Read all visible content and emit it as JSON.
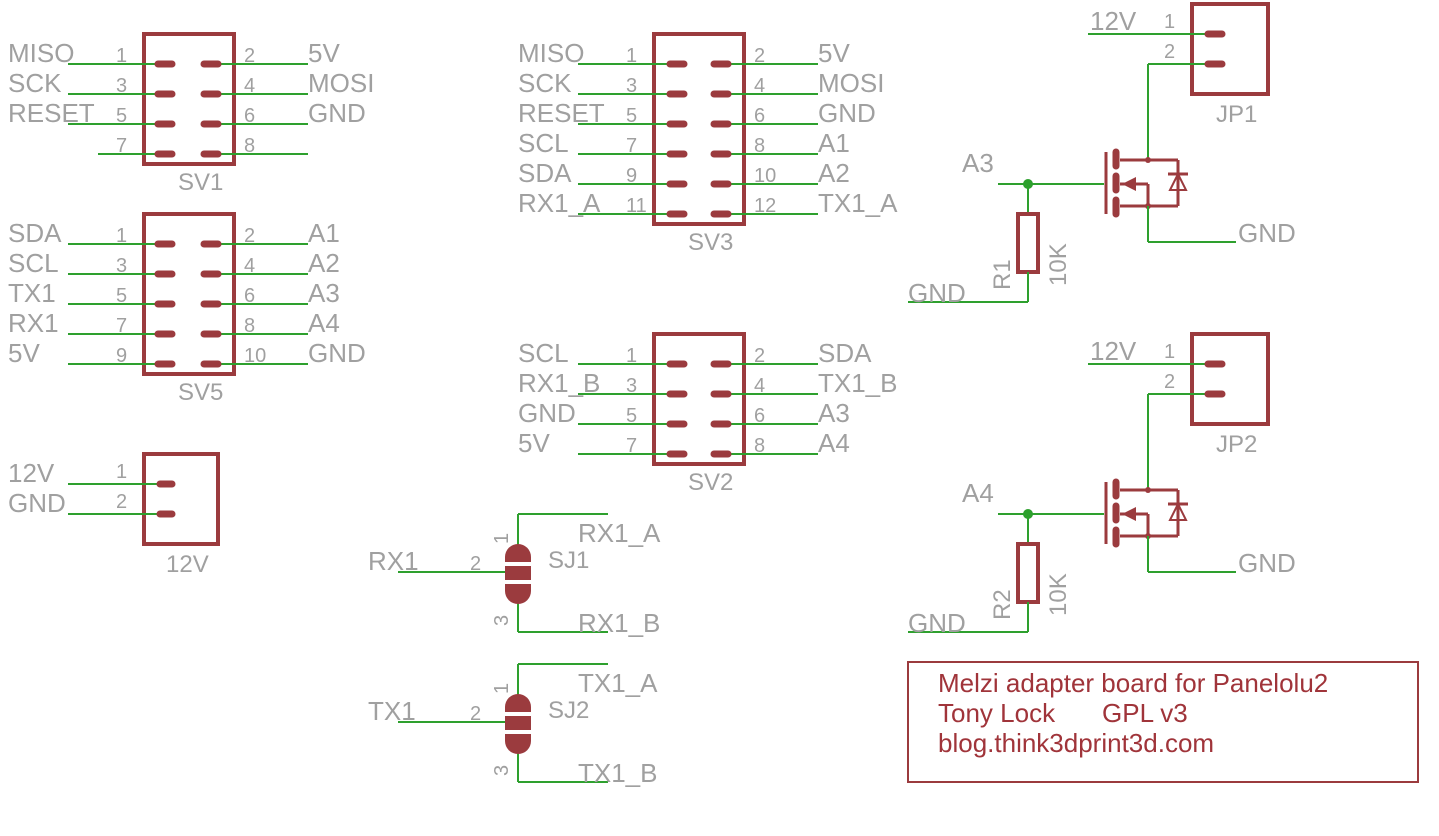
{
  "headers": [
    {
      "name": "SV1",
      "left": [
        "MISO",
        "SCK",
        "RESET",
        ""
      ],
      "right": [
        "5V",
        "MOSI",
        "GND",
        ""
      ],
      "pins": [
        "1",
        "2",
        "3",
        "4",
        "5",
        "6",
        "7",
        "8"
      ]
    },
    {
      "name": "SV5",
      "left": [
        "SDA",
        "SCL",
        "TX1",
        "RX1",
        "5V"
      ],
      "right": [
        "A1",
        "A2",
        "A3",
        "A4",
        "GND"
      ],
      "pins": [
        "1",
        "2",
        "3",
        "4",
        "5",
        "6",
        "7",
        "8",
        "9",
        "10"
      ]
    },
    {
      "name": "SV3",
      "left": [
        "MISO",
        "SCK",
        "RESET",
        "SCL",
        "SDA",
        "RX1_A"
      ],
      "right": [
        "5V",
        "MOSI",
        "GND",
        "A1",
        "A2",
        "TX1_A"
      ],
      "pins": [
        "1",
        "2",
        "3",
        "4",
        "5",
        "6",
        "7",
        "8",
        "9",
        "10",
        "11",
        "12"
      ]
    },
    {
      "name": "SV2",
      "left": [
        "SCL",
        "RX1_B",
        "GND",
        "5V"
      ],
      "right": [
        "SDA",
        "TX1_B",
        "A3",
        "A4"
      ],
      "pins": [
        "1",
        "2",
        "3",
        "4",
        "5",
        "6",
        "7",
        "8"
      ]
    }
  ],
  "power_connector": {
    "name": "12V",
    "labels": [
      "12V",
      "GND"
    ],
    "pins": [
      "1",
      "2"
    ]
  },
  "jumpers": [
    {
      "name": "SJ1",
      "input": "RX1",
      "top": "RX1_A",
      "bottom": "RX1_B",
      "pins": [
        "1",
        "2",
        "3"
      ]
    },
    {
      "name": "SJ2",
      "input": "TX1",
      "top": "TX1_A",
      "bottom": "TX1_B",
      "pins": [
        "1",
        "2",
        "3"
      ]
    }
  ],
  "fet_circuits": [
    {
      "connector": "JP1",
      "supply": "12V",
      "pins": [
        "1",
        "2"
      ],
      "gate": "A3",
      "resistor": "R1",
      "value": "10K",
      "gnd_r": "GND",
      "gnd_fet": "GND"
    },
    {
      "connector": "JP2",
      "supply": "12V",
      "pins": [
        "1",
        "2"
      ],
      "gate": "A4",
      "resistor": "R2",
      "value": "10K",
      "gnd_r": "GND",
      "gnd_fet": "GND"
    }
  ],
  "title_block": {
    "line1": "Melzi adapter board for Panelolu2",
    "author": "Tony Lock",
    "license": "GPL v3",
    "url": "blog.think3dprint3d.com"
  },
  "colors": {
    "wire": "#2ea02e",
    "part": "#9b3b3e",
    "text": "#a0a0a0",
    "note": "#a0343a",
    "junction": "#2ea02e"
  }
}
